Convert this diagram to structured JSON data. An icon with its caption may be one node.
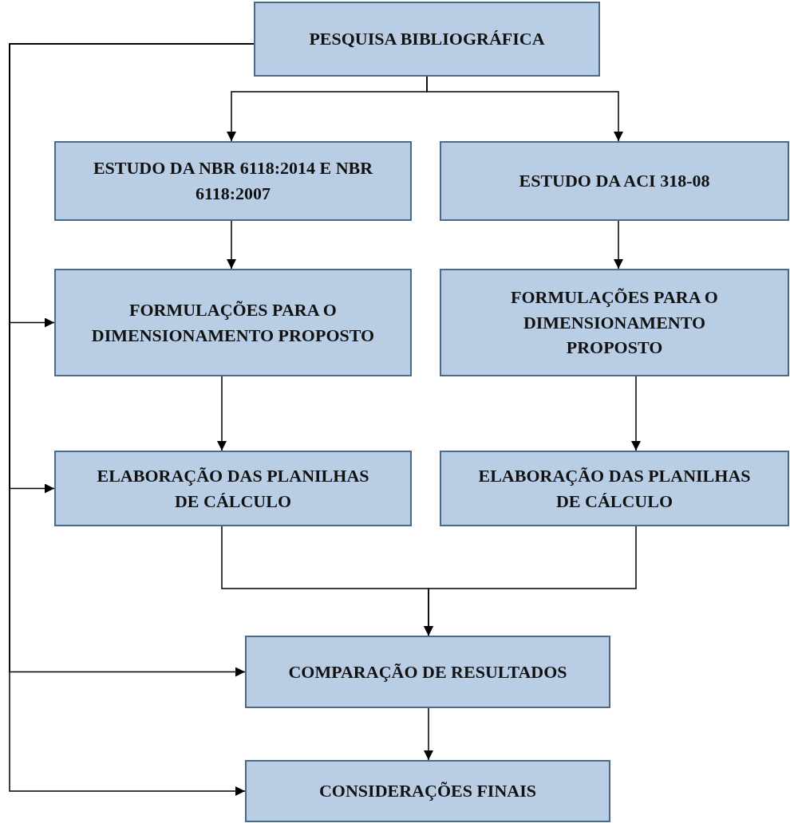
{
  "diagram": {
    "nodes": [
      {
        "text": [
          "PESQUISA BIBLIOGRÁFICA"
        ]
      },
      {
        "text": [
          "ESTUDO DA NBR 6118:2014 E NBR 6118:2007"
        ]
      },
      {
        "text": [
          "ESTUDO DA ACI 318-08"
        ]
      },
      {
        "text": [
          "FORMULAÇÕES PARA O DIMENSIONAMENTO PROPOSTO"
        ]
      },
      {
        "text": [
          "FORMULAÇÕES PARA O DIMENSIONAMENTO PROPOSTO"
        ]
      },
      {
        "text": [
          "ELABORAÇÃO DAS PLANILHAS DE CÁLCULO"
        ]
      },
      {
        "text": [
          "ELABORAÇÃO DAS PLANILHAS DE CÁLCULO"
        ]
      },
      {
        "text": [
          "COMPARAÇÃO DE RESULTADOS"
        ]
      },
      {
        "text": [
          "CONSIDERAÇÕES FINAIS"
        ]
      }
    ],
    "edges": [
      {
        "from": 0,
        "to": 1,
        "arrow": "to"
      },
      {
        "from": 0,
        "to": 2,
        "arrow": "to"
      },
      {
        "from": 1,
        "to": 3,
        "arrow": "to"
      },
      {
        "from": 2,
        "to": 4,
        "arrow": "to"
      },
      {
        "from": 3,
        "to": 5,
        "arrow": "to"
      },
      {
        "from": 4,
        "to": 6,
        "arrow": "to"
      },
      {
        "from": 5,
        "to": 7,
        "arrow": "to"
      },
      {
        "from": 6,
        "to": 7,
        "arrow": "to"
      },
      {
        "from": 7,
        "to": 8,
        "arrow": "to"
      },
      {
        "from": 0,
        "to": 3,
        "arrow": "to"
      },
      {
        "from": 0,
        "to": 5,
        "arrow": "to"
      },
      {
        "from": 0,
        "to": 7,
        "arrow": "to"
      },
      {
        "from": 0,
        "to": 8,
        "arrow": "to"
      }
    ]
  }
}
